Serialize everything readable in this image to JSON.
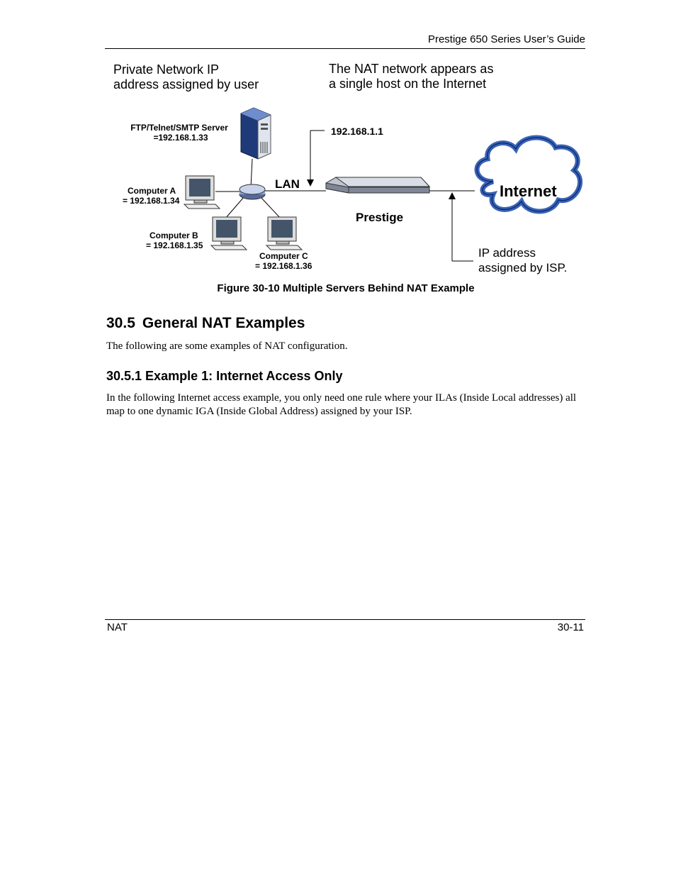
{
  "header": {
    "title": "Prestige 650 Series User’s Guide"
  },
  "figure": {
    "label_private": [
      "Private Network IP",
      "address assigned by user"
    ],
    "label_nat": [
      "The NAT network appears as",
      "a single host on the Internet"
    ],
    "server_label": [
      "FTP/Telnet/SMTP Server",
      "=192.168.1.33"
    ],
    "computer_a": [
      "Computer A",
      "= 192.168.1.34"
    ],
    "computer_b": [
      "Computer B",
      "= 192.168.1.35"
    ],
    "computer_c": [
      "Computer C",
      "= 192.168.1.36"
    ],
    "lan": "LAN",
    "router_ip": "192.168.1.1",
    "prestige": "Prestige",
    "internet": "Internet",
    "isp_label": [
      "IP address",
      "assigned by ISP."
    ],
    "caption": "Figure 30-10 Multiple Servers Behind NAT Example"
  },
  "section": {
    "number": "30.5",
    "title": "General NAT Examples",
    "intro": "The following are some examples of NAT configuration."
  },
  "subsection": {
    "title": "30.5.1 Example 1: Internet Access Only",
    "body": "In the following Internet access example, you only need one rule where your ILAs (Inside Local addresses) all map to one dynamic IGA (Inside Global Address) assigned by your ISP."
  },
  "footer": {
    "left": "NAT",
    "right": "30-11"
  }
}
